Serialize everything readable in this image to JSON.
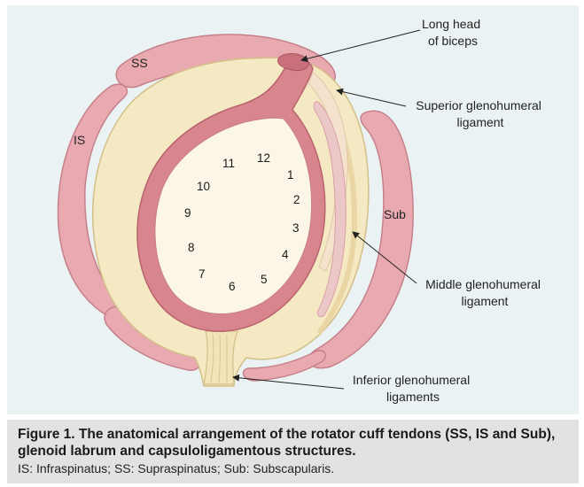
{
  "figure": {
    "tendons": {
      "ss": "SS",
      "is": "IS",
      "sub": "Sub"
    },
    "labels": {
      "biceps": [
        "Long head",
        "of biceps"
      ],
      "superior": [
        "Superior glenohumeral",
        "ligament"
      ],
      "middle": [
        "Middle glenohumeral",
        "ligament"
      ],
      "inferior": [
        "Inferior glenohumeral",
        "ligaments"
      ]
    },
    "clock": [
      "1",
      "2",
      "3",
      "4",
      "5",
      "6",
      "7",
      "8",
      "9",
      "10",
      "11",
      "12"
    ]
  },
  "caption": {
    "title": "Figure 1. The anatomical arrangement of the rotator cuff tendons (SS, IS and Sub), glenoid labrum and capsuloligamentous structures.",
    "subtitle": "IS: Infraspinatus; SS: Supraspinatus; Sub: Subscapularis."
  },
  "colors": {
    "background": "#eaf2f3",
    "tendon": "#e8aab0",
    "capsule": "#f4e9c3",
    "labrum": "#d8858e",
    "glenoid": "#fbf6e8",
    "caption_bg": "#e2e2e2"
  }
}
